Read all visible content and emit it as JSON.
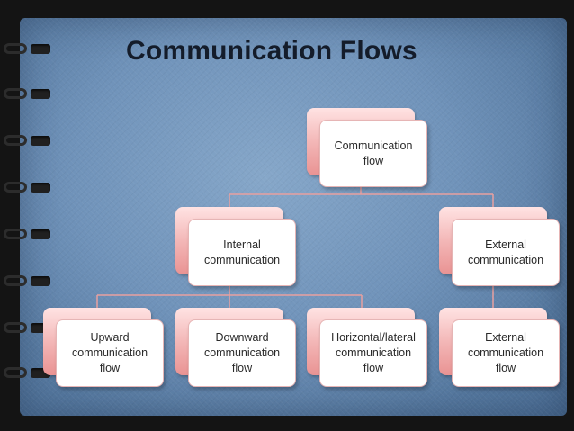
{
  "slide": {
    "title": "Communication Flows"
  },
  "nodes": {
    "root": "Communication flow",
    "internal": "Internal communication",
    "external": "External communication",
    "upward": "Upward communication flow",
    "downward": "Downward communication flow",
    "horizontal": "Horizontal/lateral communication flow",
    "external_flow": "External communication flow"
  },
  "colors": {
    "background": "#7093ba",
    "connector": "#e8a0a0",
    "node_back": "#f2b3b3",
    "title": "#141c2a"
  }
}
